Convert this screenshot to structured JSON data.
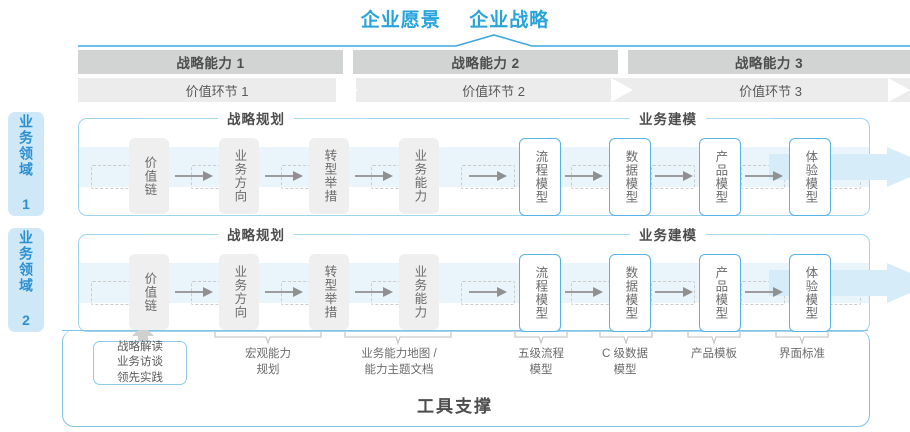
{
  "header": {
    "vision_title": "企业愿景",
    "strategy_title": "企业战略",
    "capabilities": [
      {
        "label": "战略能力 1"
      },
      {
        "label": "战略能力 2"
      },
      {
        "label": "战略能力 3"
      }
    ],
    "value_chains": [
      {
        "label": "价值环节 1"
      },
      {
        "label": "价值环节 2"
      },
      {
        "label": "价值环节 3"
      }
    ]
  },
  "domains": [
    {
      "label": "业务领域 1"
    },
    {
      "label": "业务领域 2"
    }
  ],
  "sections": {
    "planning_title": "战略规划",
    "modeling_title": "业务建模"
  },
  "nodes": {
    "planning": [
      {
        "label": "价值链"
      },
      {
        "label": "业务方向"
      },
      {
        "label": "转型举措"
      },
      {
        "label": "业务能力"
      }
    ],
    "modeling": [
      {
        "label": "流程模型"
      },
      {
        "label": "数据模型"
      },
      {
        "label": "产品模型"
      },
      {
        "label": "体验模型"
      }
    ]
  },
  "tools": {
    "box": {
      "line1": "战略解读",
      "line2": "业务访谈",
      "line3": "领先实践"
    },
    "labels": [
      {
        "text": "宏观能力\n规划"
      },
      {
        "text": "业务能力地图 /\n能力主题文档"
      },
      {
        "text": "五级流程\n模型"
      },
      {
        "text": "C 级数据\n模型"
      },
      {
        "text": "产品模板"
      },
      {
        "text": "界面标准"
      }
    ],
    "footer_title": "工具支撑"
  },
  "colors": {
    "accent_blue": "#29a3dc",
    "node_border_blue": "#56b3e3",
    "panel_border": "#9fd4ef",
    "strip_blue": "#eaf4fb",
    "cap_bar_gray": "#d2d4d4",
    "vc_gray": "#ececec",
    "node_gray": "#efefef",
    "side_label_bg": "#cfe8f7"
  }
}
